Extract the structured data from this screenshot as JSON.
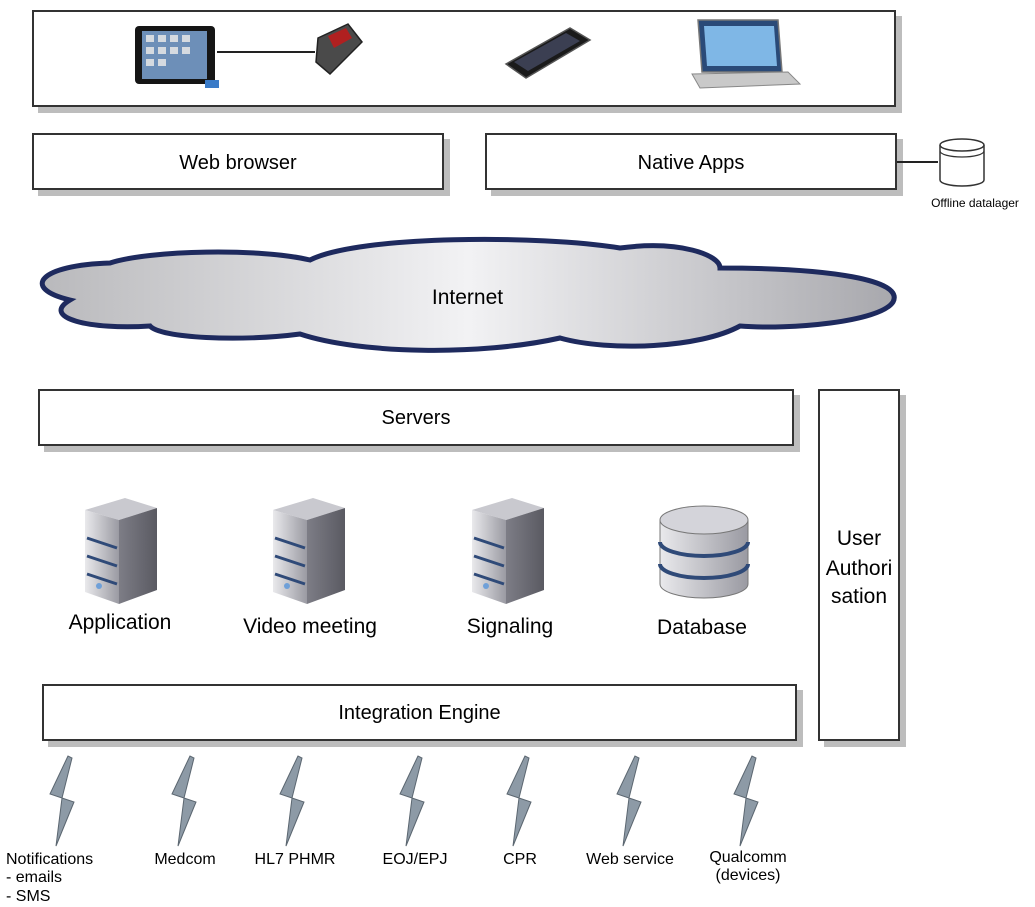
{
  "top_row": {
    "devices": [
      {
        "icon": "tablet-icon"
      },
      {
        "icon": "pulse-oximeter-icon"
      },
      {
        "icon": "smartphone-icon"
      },
      {
        "icon": "laptop-icon"
      }
    ]
  },
  "clients": {
    "web_browser": "Web browser",
    "native_apps": "Native Apps",
    "offline_storage": "Offline datalager"
  },
  "internet": "Internet",
  "servers": {
    "title": "Servers",
    "items": [
      {
        "label": "Application",
        "icon": "server-icon"
      },
      {
        "label": "Video meeting",
        "icon": "server-icon"
      },
      {
        "label": "Signaling",
        "icon": "server-icon"
      },
      {
        "label": "Database",
        "icon": "database-icon"
      }
    ]
  },
  "user_authorisation": [
    "User",
    "Authori",
    "sation"
  ],
  "integration_engine": "Integration Engine",
  "integrations": [
    {
      "label": "Notifications",
      "sub": [
        "- emails",
        "- SMS"
      ]
    },
    {
      "label": "Medcom"
    },
    {
      "label": "HL7 PHMR"
    },
    {
      "label": "EOJ/EPJ"
    },
    {
      "label": "CPR"
    },
    {
      "label": "Web service"
    },
    {
      "label": "Qualcomm",
      "sub": [
        "(devices)"
      ]
    }
  ],
  "colors": {
    "box_border": "#333333",
    "box_shadow": "#bdbdbd",
    "cloud_outline": "#1e2a5e",
    "cloud_fill": "#d6d6d8",
    "server_band": "#2f4a78"
  }
}
